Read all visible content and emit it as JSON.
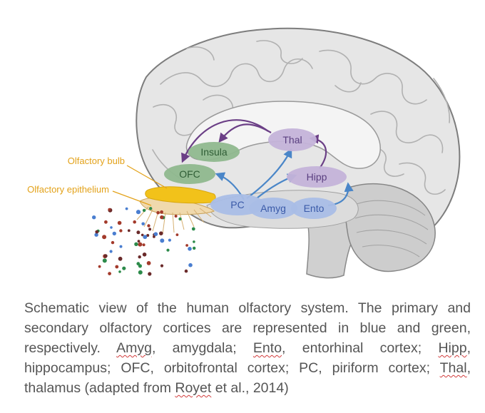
{
  "regions": {
    "thal": {
      "label": "Thal",
      "group": "secondary-purple"
    },
    "hipp": {
      "label": "Hipp",
      "group": "secondary-purple"
    },
    "insula": {
      "label": "Insula",
      "group": "secondary-green"
    },
    "ofc": {
      "label": "OFC",
      "group": "secondary-green"
    },
    "pc": {
      "label": "PC",
      "group": "primary-blue"
    },
    "amyg": {
      "label": "Amyg",
      "group": "primary-blue"
    },
    "ento": {
      "label": "Ento",
      "group": "primary-blue"
    }
  },
  "callouts": {
    "bulb": "Olfactory bulb",
    "epithelium": "Olfactory epithelium"
  },
  "caption": {
    "s1": "Schematic view of the human olfactory system. The primary and secondary olfactory cortices are represented in blue and green, respectively. ",
    "amyg_abbr": "Amyg",
    "amyg_def": ", amygdala; ",
    "ento_abbr": "Ento",
    "ento_def": ", entorhinal cortex; ",
    "hipp_abbr": "Hipp",
    "hipp_def": ", hippocampus; OFC, orbitofrontal cortex; PC, piriform cortex; ",
    "thal_abbr": "Thal",
    "thal_def": ", thalamus (adapted from ",
    "author": "Royet",
    "end": " et al., 2014)"
  },
  "colors": {
    "blue_region": "#a9bde6",
    "blue_text": "#3a5aa8",
    "green_region": "#8fb88e",
    "green_text": "#2f5d35",
    "purple_region": "#c4b3d9",
    "purple_text": "#5a3f80",
    "arrow_blue": "#4a86c8",
    "arrow_purple": "#6b3f86",
    "callout_text": "#e3a21a",
    "bulb": "#f2c21a",
    "caption_text": "#555555"
  }
}
